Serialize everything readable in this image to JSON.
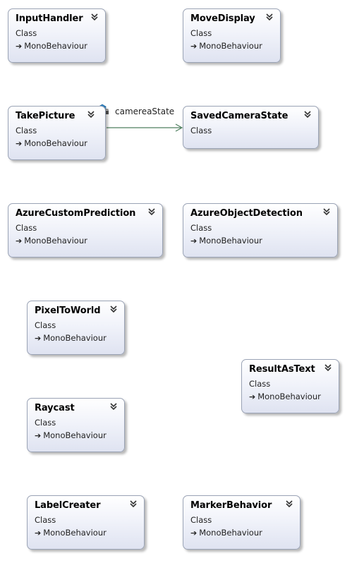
{
  "classes": [
    {
      "id": "input-handler",
      "name": "InputHandler",
      "kind": "Class",
      "base": "MonoBehaviour"
    },
    {
      "id": "move-display",
      "name": "MoveDisplay",
      "kind": "Class",
      "base": "MonoBehaviour"
    },
    {
      "id": "take-picture",
      "name": "TakePicture",
      "kind": "Class",
      "base": "MonoBehaviour"
    },
    {
      "id": "saved-camera-state",
      "name": "SavedCameraState",
      "kind": "Class"
    },
    {
      "id": "azure-custom-prediction",
      "name": "AzureCustomPrediction",
      "kind": "Class",
      "base": "MonoBehaviour"
    },
    {
      "id": "azure-object-detection",
      "name": "AzureObjectDetection",
      "kind": "Class",
      "base": "MonoBehaviour"
    },
    {
      "id": "pixel-to-world",
      "name": "PixelToWorld",
      "kind": "Class",
      "base": "MonoBehaviour"
    },
    {
      "id": "result-as-text",
      "name": "ResultAsText",
      "kind": "Class",
      "base": "MonoBehaviour"
    },
    {
      "id": "raycast",
      "name": "Raycast",
      "kind": "Class",
      "base": "MonoBehaviour"
    },
    {
      "id": "label-creater",
      "name": "LabelCreater",
      "kind": "Class",
      "base": "MonoBehaviour"
    },
    {
      "id": "marker-behavior",
      "name": "MarkerBehavior",
      "kind": "Class",
      "base": "MonoBehaviour"
    }
  ],
  "association": {
    "from": "TakePicture",
    "to": "SavedCameraState",
    "label": "camereaState"
  },
  "colors": {
    "box_border": "#9aa3b5",
    "box_gradient_top": "#ffffff",
    "box_gradient_bottom": "#dfe3f1",
    "connector": "#4f7f5f"
  },
  "icons": {
    "collapse": "double-chevron-up-icon",
    "inherits": "arrow-right-icon",
    "property": "property-icon"
  }
}
